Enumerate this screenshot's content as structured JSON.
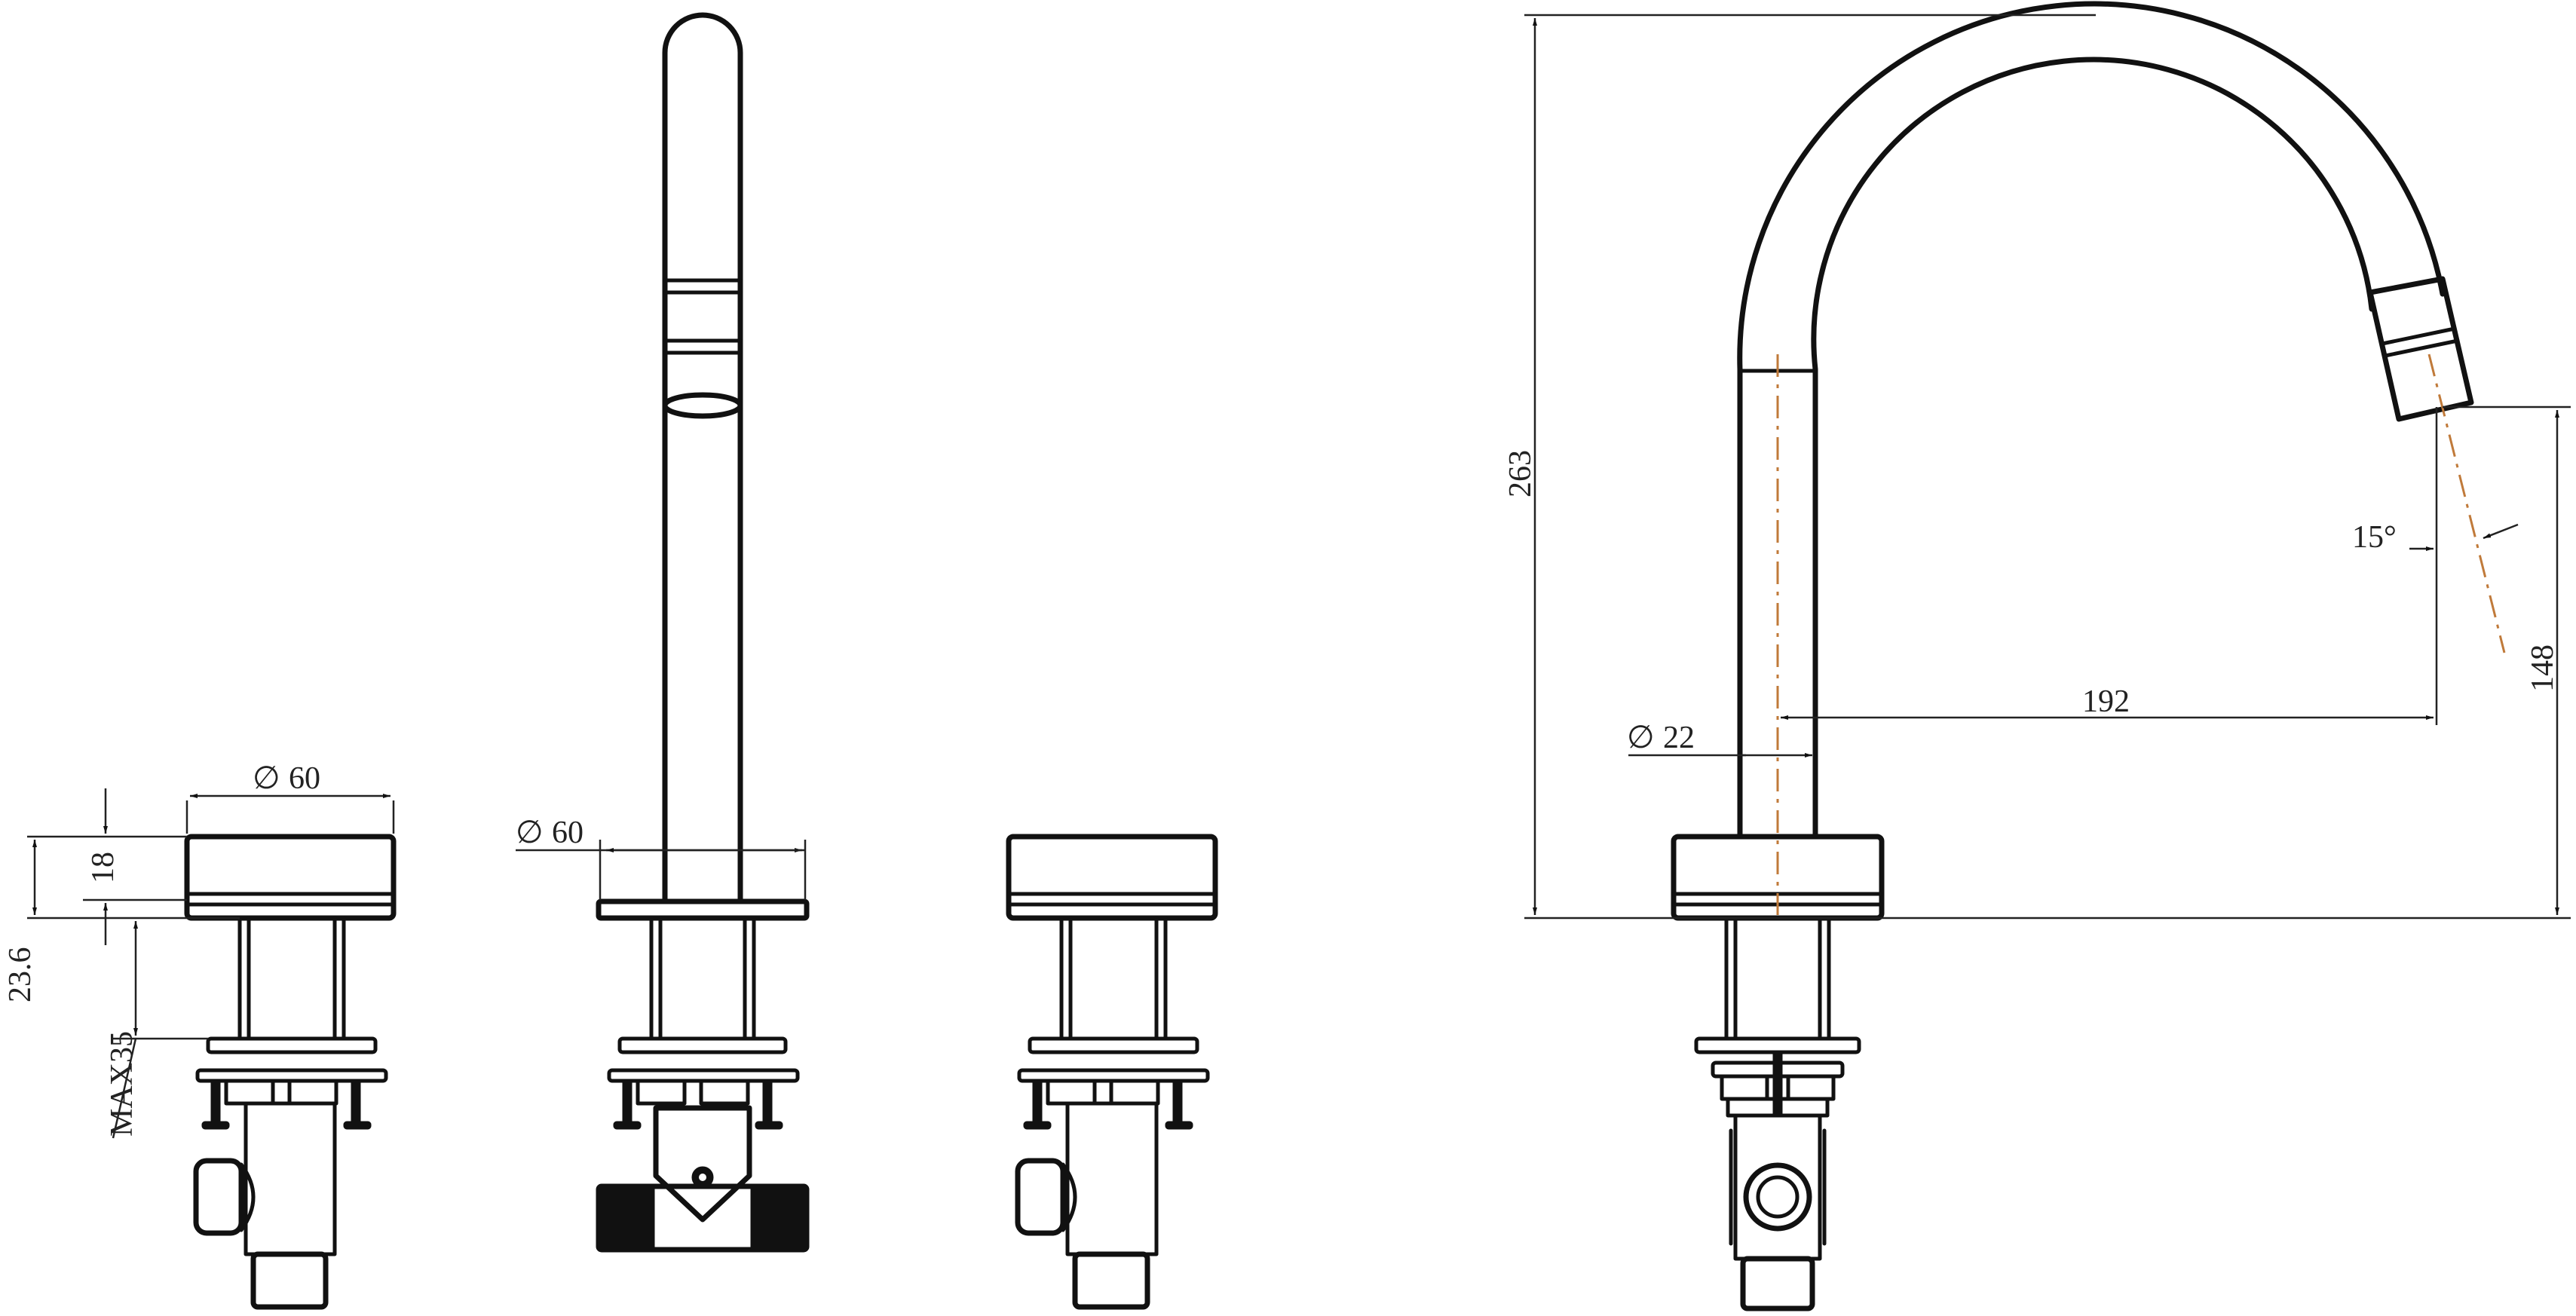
{
  "colors": {
    "line": "#111111",
    "centerline": "#c07a3a",
    "background": "#ffffff"
  },
  "dimensions": {
    "left_handle_diameter": "60",
    "handle_height": "18",
    "deck_thickness": "23.6",
    "max_deck": "MAX35",
    "spout_base_diameter": "60",
    "spout_height": "263",
    "spout_pipe_diameter": "22",
    "spout_reach": "192",
    "outlet_height": "148",
    "outlet_angle": "15°"
  },
  "diameter_symbol": "∅"
}
